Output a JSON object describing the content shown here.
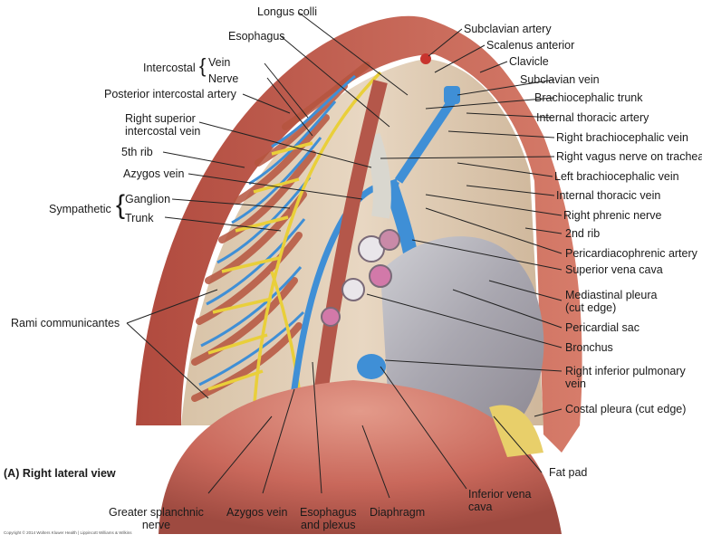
{
  "view_title": "(A) Right lateral view",
  "copyright": "Copyright © 2014 Wolters Kluwer Health | Lippincott Williams & Wilkins",
  "labels": {
    "longus_colli": "Longus colli",
    "esophagus": "Esophagus",
    "intercostal": "Intercostal",
    "vein": "Vein",
    "nerve": "Nerve",
    "posterior_intercostal_artery": "Posterior intercostal artery",
    "right_superior_intercostal_vein": "Right superior\nintercostal vein",
    "fifth_rib": "5th rib",
    "azygos_vein_left": "Azygos vein",
    "sympathetic": "Sympathetic",
    "ganglion": "Ganglion",
    "trunk": "Trunk",
    "rami_communicantes": "Rami communicantes",
    "greater_splanchnic_nerve": "Greater splanchnic\nnerve",
    "azygos_vein_bottom": "Azygos vein",
    "esophagus_and_plexus": "Esophagus\nand plexus",
    "diaphragm": "Diaphragm",
    "inferior_vena_cava": "Inferior vena\ncava",
    "fat_pad": "Fat pad",
    "costal_pleura": "Costal pleura (cut edge)",
    "right_inferior_pulmonary_vein": "Right inferior pulmonary\nvein",
    "bronchus": "Bronchus",
    "pericardial_sac": "Pericardial sac",
    "mediastinal_pleura": "Mediastinal pleura\n(cut edge)",
    "superior_vena_cava": "Superior vena cava",
    "pericardiacophrenic_artery": "Pericardiacophrenic artery",
    "second_rib": "2nd rib",
    "right_phrenic_nerve": "Right phrenic nerve",
    "internal_thoracic_vein": "Internal thoracic vein",
    "left_brachiocephalic_vein": "Left brachiocephalic vein",
    "right_vagus_nerve": "Right vagus nerve on trachea",
    "right_brachiocephalic_vein": "Right brachiocephalic vein",
    "internal_thoracic_artery": "Internal thoracic artery",
    "brachiocephalic_trunk": "Brachiocephalic trunk",
    "subclavian_vein": "Subclavian vein",
    "clavicle": "Clavicle",
    "scalenus_anterior": "Scalenus anterior",
    "subclavian_artery": "Subclavian artery"
  },
  "colors": {
    "muscle": "#c66a5a",
    "muscle_dark": "#8f3b34",
    "pleura": "#e3d2bd",
    "vein": "#3f8fd6",
    "nerve": "#e9cf3a",
    "artery": "#c8342e",
    "pericardium": "#b8b8bf",
    "fat": "#e8cf6a",
    "leader": "#222222"
  }
}
